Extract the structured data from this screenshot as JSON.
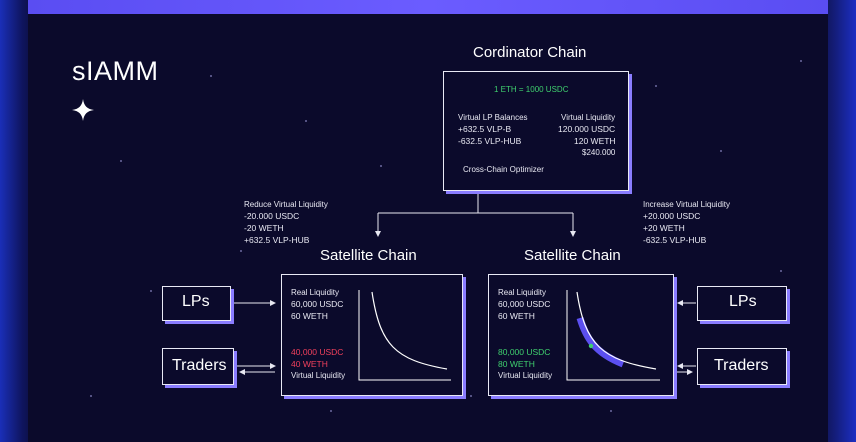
{
  "brand": "sIAMM",
  "coordinator": {
    "title": "Cordinator Chain",
    "price": "1 ETH = 1000 USDC",
    "balances_header": "Virtual LP Balances",
    "balances": [
      "+632.5 VLP-B",
      "-632.5 VLP-HUB"
    ],
    "liquidity_header": "Virtual Liquidity",
    "liquidity": [
      "120.000 USDC",
      "120 WETH",
      "$240.000"
    ],
    "optimizer": "Cross-Chain Optimizer"
  },
  "left_adjust": {
    "header": "Reduce Virtual Liquidity",
    "lines": [
      "-20.000 USDC",
      "-20 WETH",
      "+632.5 VLP-HUB"
    ]
  },
  "right_adjust": {
    "header": "Increase Virtual Liquidity",
    "lines": [
      "+20.000 USDC",
      "+20 WETH",
      "-632.5 VLP-HUB"
    ]
  },
  "left_satellite": {
    "title": "Satellite Chain",
    "real_header": "Real Liquidity",
    "real": [
      "60,000 USDC",
      "60 WETH"
    ],
    "virtual": [
      "40,000 USDC",
      "40 WETH"
    ],
    "virtual_label": "Virtual Liquidity"
  },
  "right_satellite": {
    "title": "Satellite Chain",
    "real_header": "Real Liquidity",
    "real": [
      "60,000 USDC",
      "60 WETH"
    ],
    "virtual": [
      "80,000 USDC",
      "80 WETH"
    ],
    "virtual_label": "Virtual Liquidity"
  },
  "actors": {
    "left_lps": "LPs",
    "left_traders": "Traders",
    "right_lps": "LPs",
    "right_traders": "Traders"
  },
  "colors": {
    "accent": "#8a7dff",
    "green": "#3fcf6e",
    "red": "#f0405c",
    "curve_highlight": "#5b4ff0"
  }
}
